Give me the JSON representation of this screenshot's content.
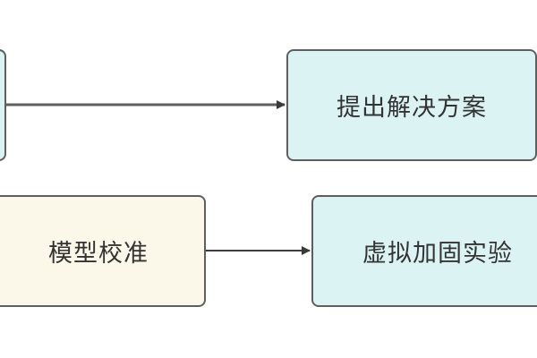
{
  "nodes": {
    "left_top": {
      "label": ""
    },
    "solution": {
      "label": "提出解决方案"
    },
    "calibration": {
      "label": "模型校准"
    },
    "experiment": {
      "label": "虚拟加固实验"
    }
  },
  "colors": {
    "node_fill_cyan": "#dcf3f4",
    "node_fill_cream": "#fbf8e9",
    "stroke": "#5f5f5f"
  },
  "edges": [
    {
      "from": "left_top",
      "to": "solution"
    },
    {
      "from": "calibration",
      "to": "experiment"
    }
  ]
}
